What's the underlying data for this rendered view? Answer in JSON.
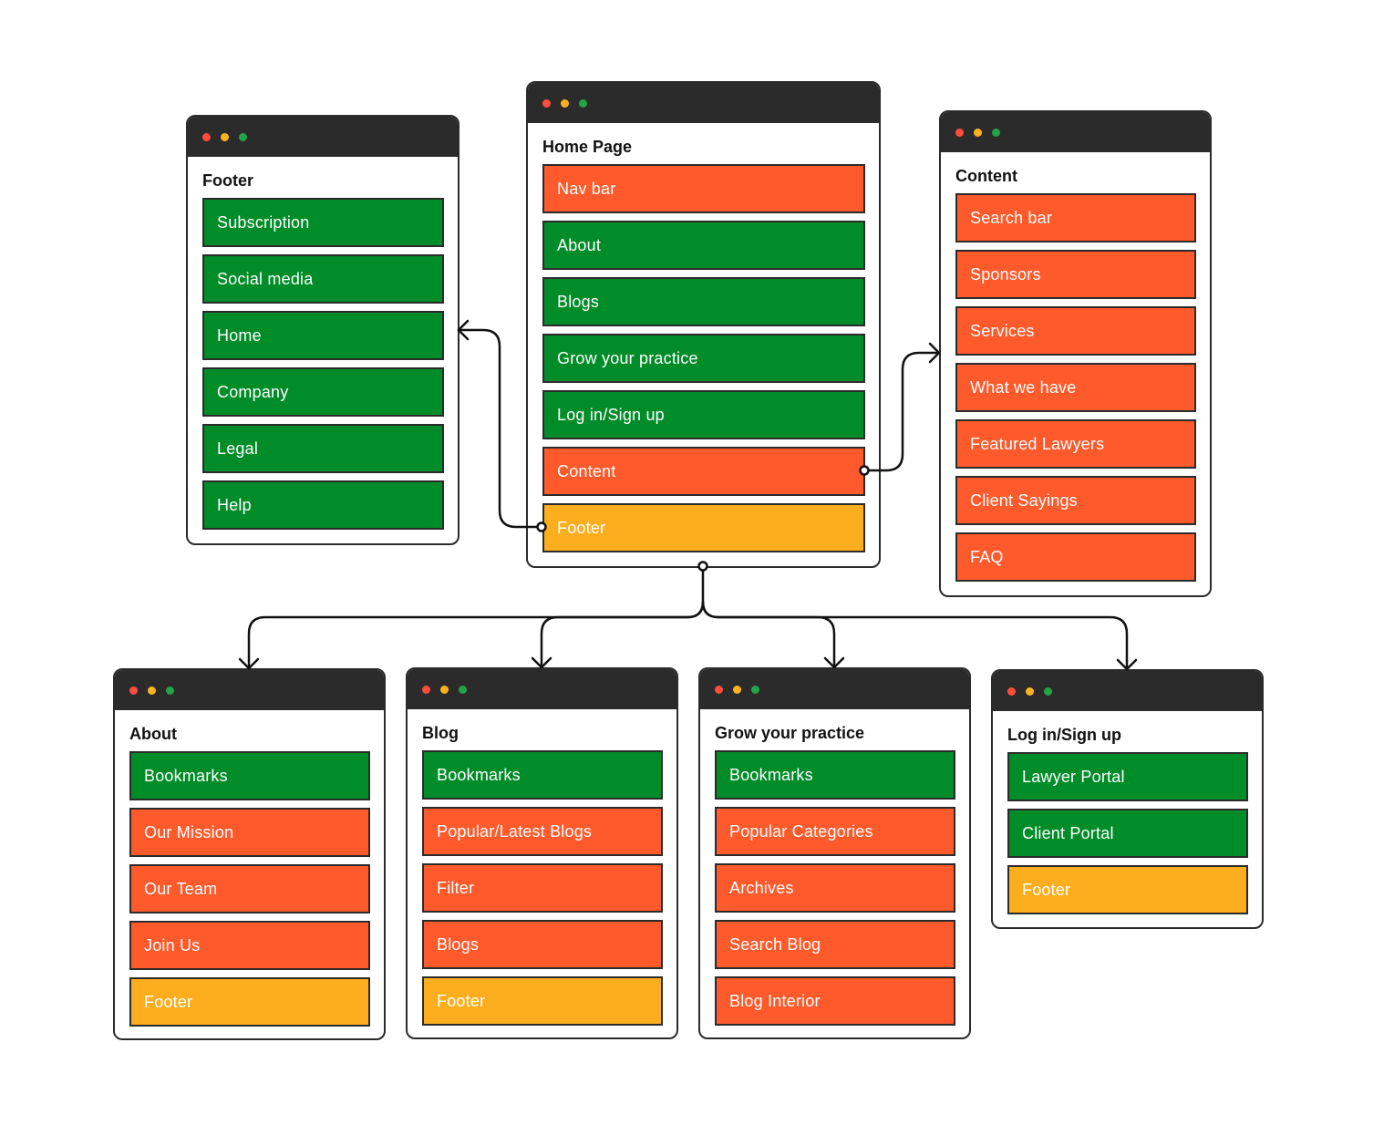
{
  "colors": {
    "green": "#008c28",
    "orange": "#ff5a2b",
    "yellow": "#fdae1f",
    "frame": "#2b2b2b"
  },
  "home": {
    "title": "Home Page",
    "items": [
      {
        "label": "Nav bar",
        "color": "orange"
      },
      {
        "label": "About",
        "color": "green"
      },
      {
        "label": "Blogs",
        "color": "green"
      },
      {
        "label": "Grow your practice",
        "color": "green"
      },
      {
        "label": "Log in/Sign up",
        "color": "green"
      },
      {
        "label": "Content",
        "color": "orange"
      },
      {
        "label": "Footer",
        "color": "yellow"
      }
    ]
  },
  "footer_page": {
    "title": "Footer",
    "items": [
      {
        "label": "Subscription",
        "color": "green"
      },
      {
        "label": "Social media",
        "color": "green"
      },
      {
        "label": "Home",
        "color": "green"
      },
      {
        "label": "Company",
        "color": "green"
      },
      {
        "label": "Legal",
        "color": "green"
      },
      {
        "label": "Help",
        "color": "green"
      }
    ]
  },
  "content_page": {
    "title": "Content",
    "items": [
      {
        "label": "Search bar",
        "color": "orange"
      },
      {
        "label": "Sponsors",
        "color": "orange"
      },
      {
        "label": "Services",
        "color": "orange"
      },
      {
        "label": "What we have",
        "color": "orange"
      },
      {
        "label": "Featured Lawyers",
        "color": "orange"
      },
      {
        "label": "Client Sayings",
        "color": "orange"
      },
      {
        "label": "FAQ",
        "color": "orange"
      }
    ]
  },
  "about_page": {
    "title": "About",
    "items": [
      {
        "label": "Bookmarks",
        "color": "green"
      },
      {
        "label": "Our Mission",
        "color": "orange"
      },
      {
        "label": "Our Team",
        "color": "orange"
      },
      {
        "label": "Join Us",
        "color": "orange"
      },
      {
        "label": "Footer",
        "color": "yellow"
      }
    ]
  },
  "blog_page": {
    "title": "Blog",
    "items": [
      {
        "label": "Bookmarks",
        "color": "green"
      },
      {
        "label": "Popular/Latest Blogs",
        "color": "orange"
      },
      {
        "label": "Filter",
        "color": "orange"
      },
      {
        "label": "Blogs",
        "color": "orange"
      },
      {
        "label": "Footer",
        "color": "yellow"
      }
    ]
  },
  "grow_page": {
    "title": "Grow your practice",
    "items": [
      {
        "label": "Bookmarks",
        "color": "green"
      },
      {
        "label": "Popular Categories",
        "color": "orange"
      },
      {
        "label": "Archives",
        "color": "orange"
      },
      {
        "label": "Search Blog",
        "color": "orange"
      },
      {
        "label": "Blog Interior",
        "color": "orange"
      }
    ]
  },
  "login_page": {
    "title": "Log in/Sign up",
    "items": [
      {
        "label": "Lawyer Portal",
        "color": "green"
      },
      {
        "label": "Client Portal",
        "color": "green"
      },
      {
        "label": "Footer",
        "color": "yellow"
      }
    ]
  }
}
